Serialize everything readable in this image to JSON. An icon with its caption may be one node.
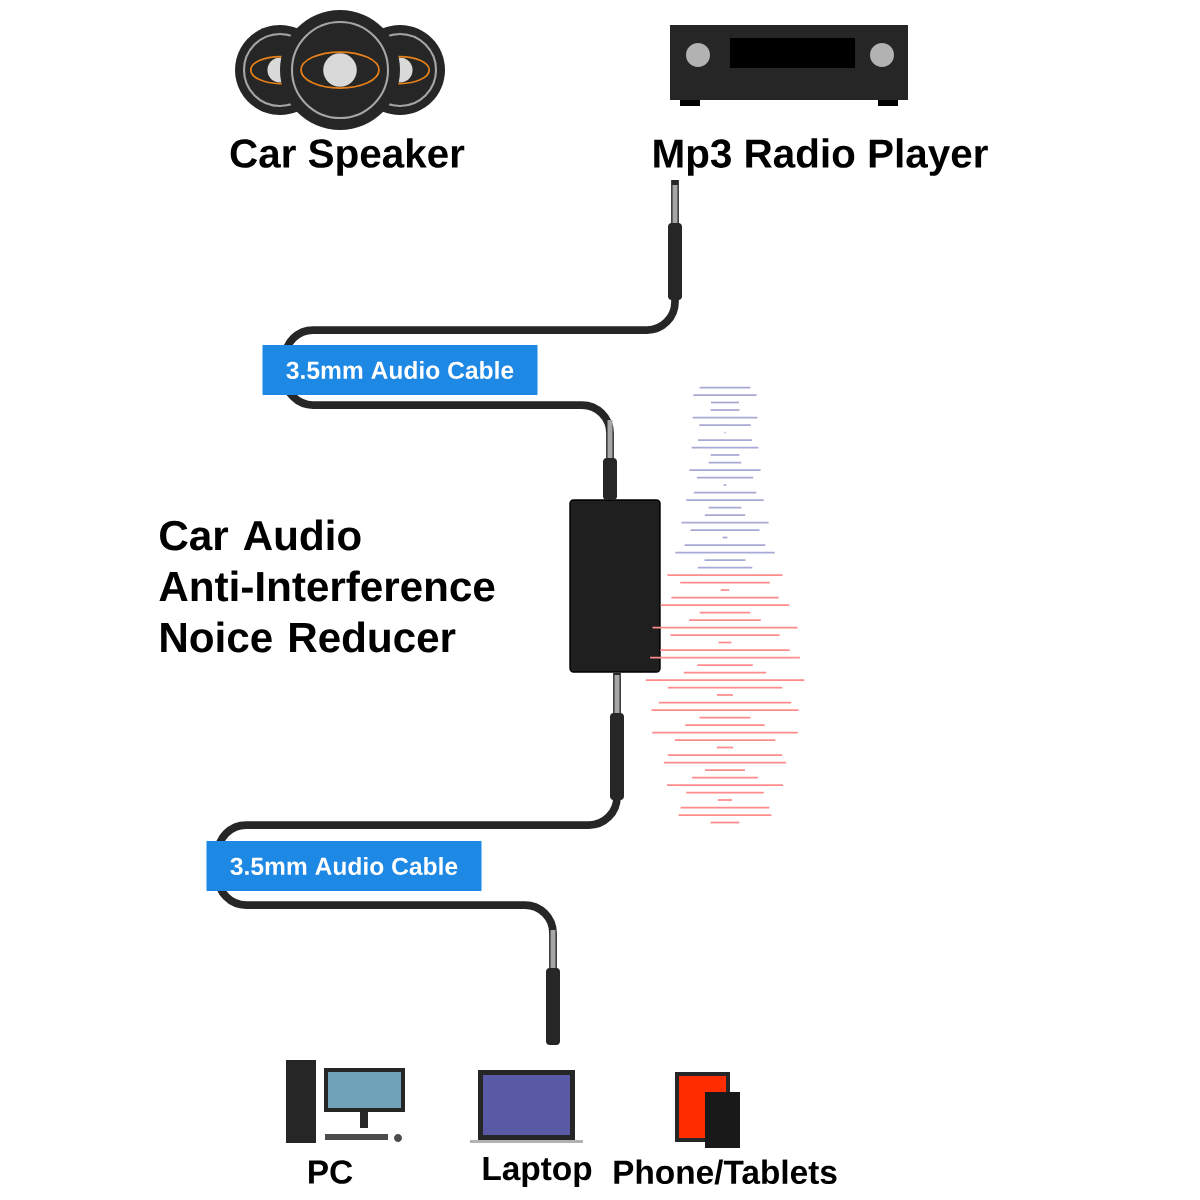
{
  "diagram": {
    "nodes": [
      {
        "text": [
          "Car Speaker"
        ]
      },
      {
        "text": [
          "Mp3 Radio Player"
        ]
      },
      {
        "text": [
          "Car Audio Anti-Interference Noice Reducer"
        ]
      },
      {
        "text": [
          "PC"
        ]
      },
      {
        "text": [
          "Laptop"
        ]
      },
      {
        "text": [
          "Phone/Tablets"
        ]
      }
    ],
    "edges": [
      {
        "from": 1,
        "to": 2,
        "arrow": "other",
        "label": "3.5mm Audio Cable"
      },
      {
        "from": 2,
        "to": null,
        "arrow": "other",
        "label": "3.5mm Audio Cable"
      }
    ]
  }
}
